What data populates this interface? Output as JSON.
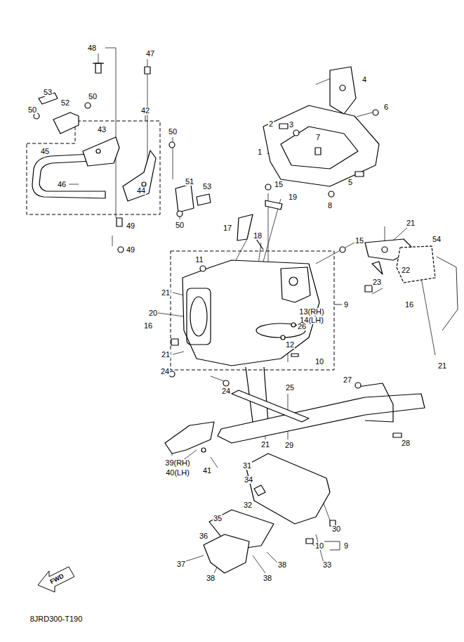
{
  "diagram": {
    "labels": [
      "48",
      "47",
      "53",
      "52",
      "50",
      "50",
      "42",
      "43",
      "50",
      "45",
      "46",
      "44",
      "51",
      "53",
      "50",
      "49",
      "49",
      "4",
      "2",
      "3",
      "6",
      "1",
      "7",
      "5",
      "8",
      "15",
      "19",
      "21",
      "18",
      "17",
      "15",
      "11",
      "22",
      "23",
      "16",
      "13(RH)",
      "14(LH)",
      "9",
      "54",
      "21",
      "20",
      "16",
      "26",
      "12",
      "21",
      "10",
      "21",
      "24",
      "24",
      "25",
      "27",
      "28",
      "21",
      "29",
      "39(RH)",
      "40(LH)",
      "41",
      "31",
      "34",
      "32",
      "30",
      "35",
      "36",
      "10",
      "9",
      "37",
      "38",
      "33",
      "38",
      "38",
      "FWD",
      "8JRD300-T190"
    ]
  }
}
